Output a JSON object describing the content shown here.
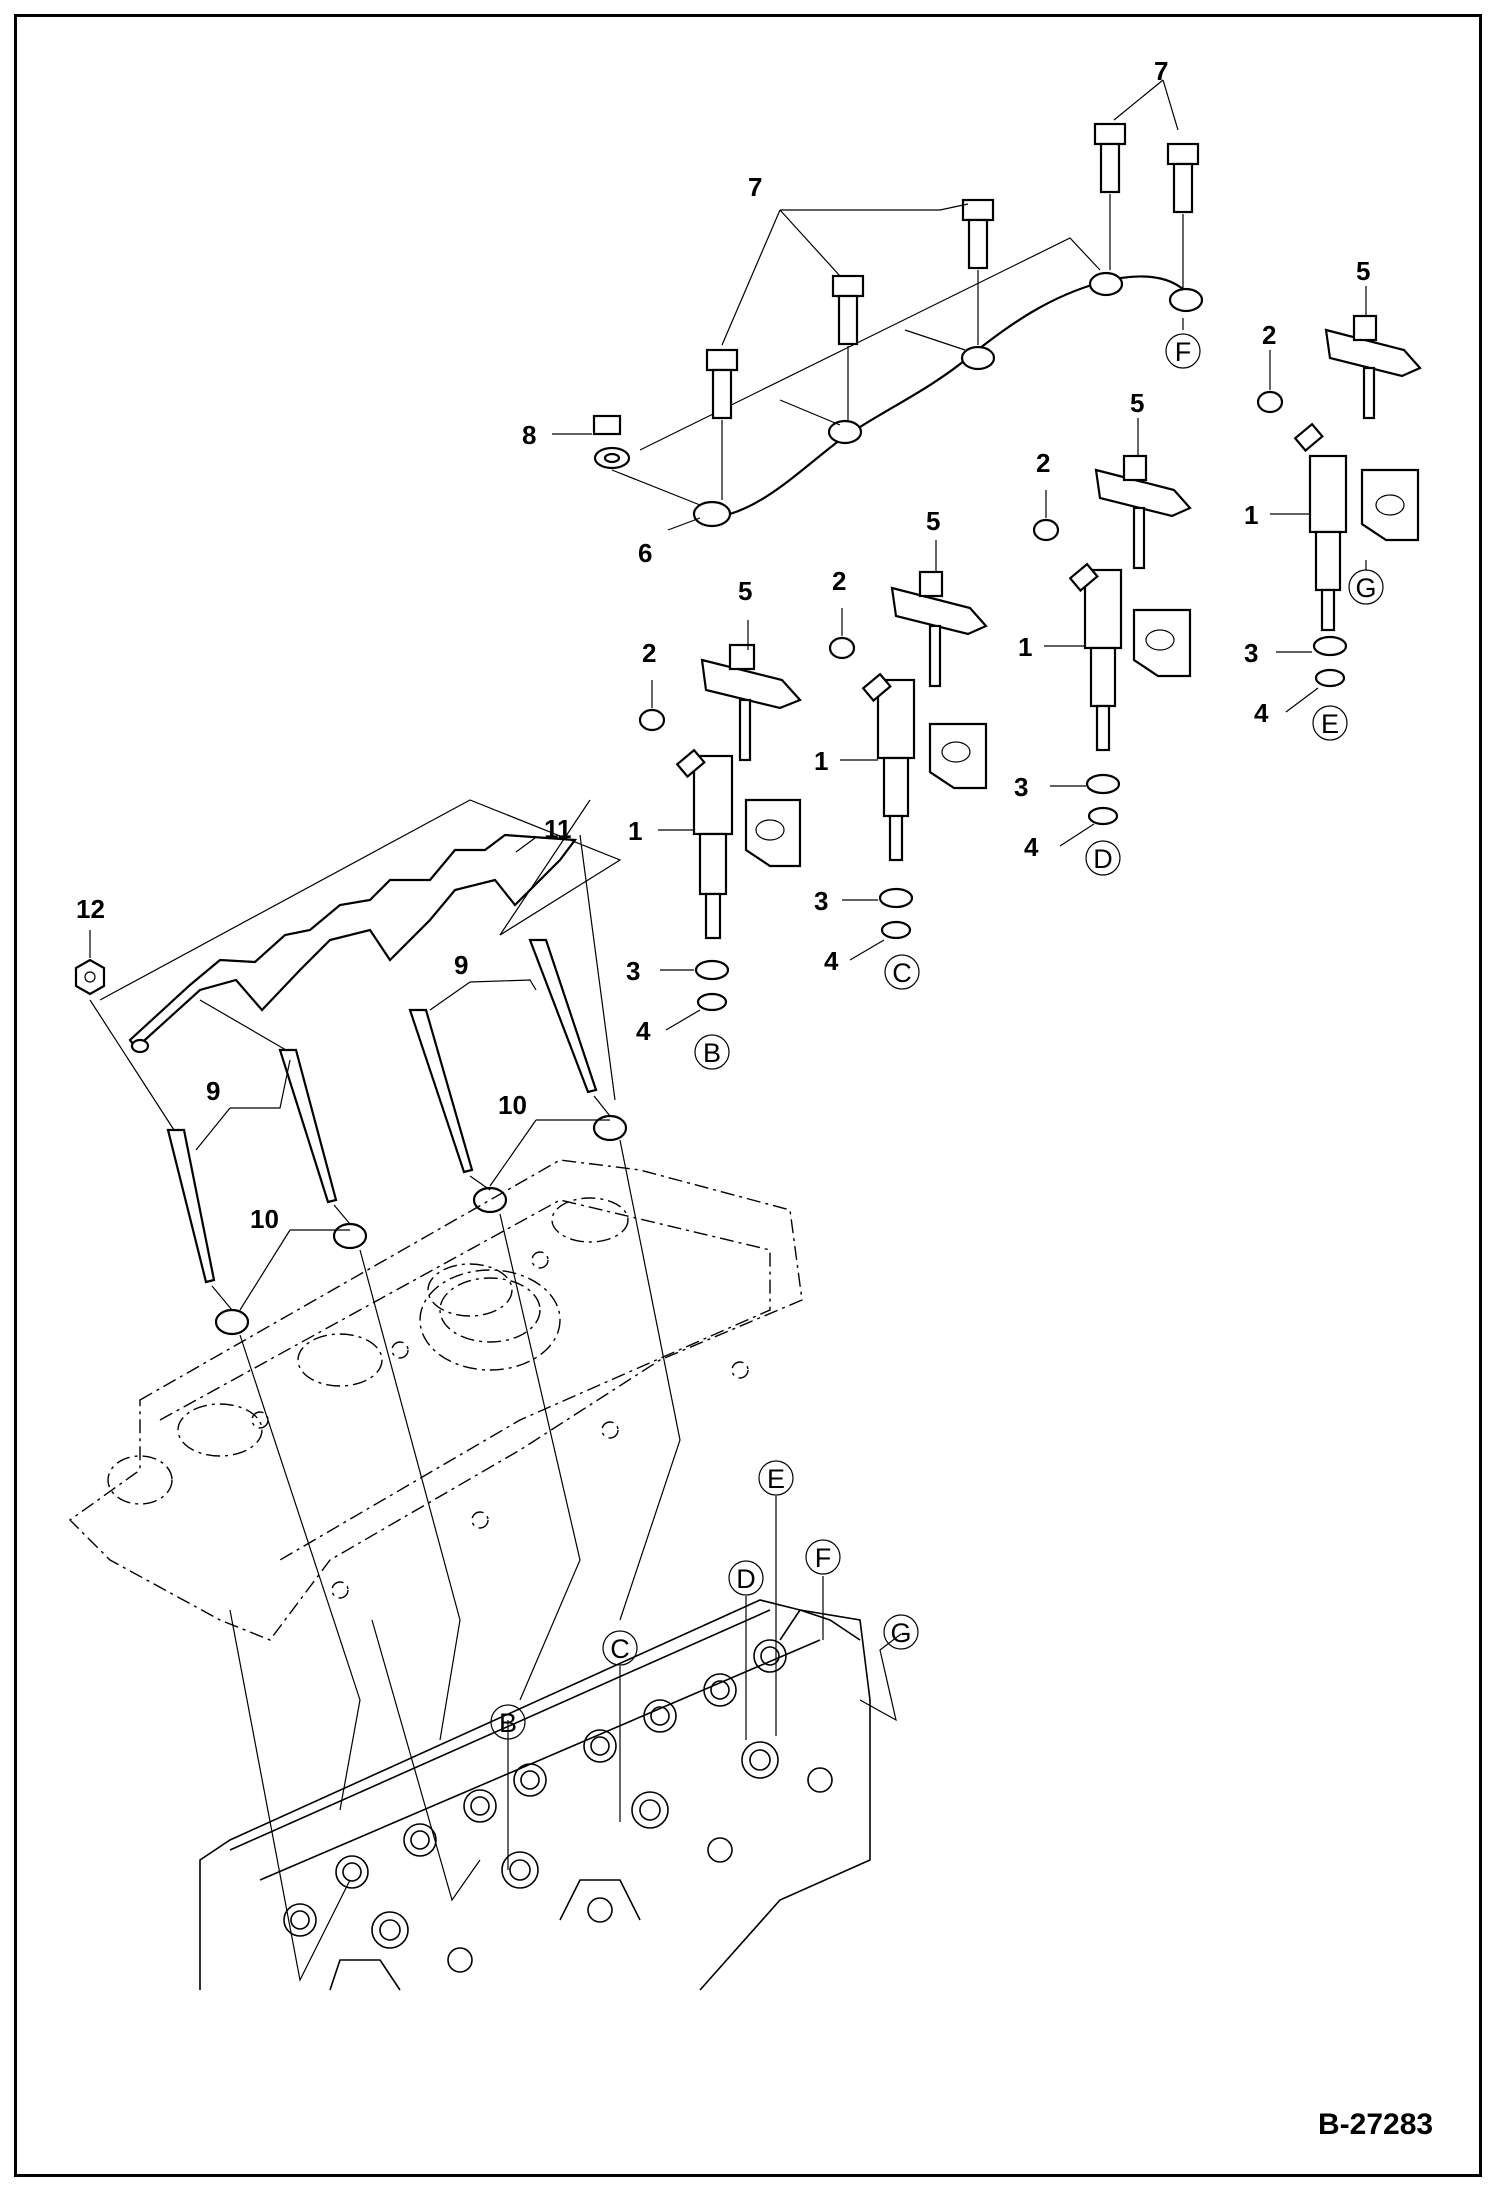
{
  "callouts": {
    "c1": "1",
    "c2": "2",
    "c3": "3",
    "c4": "4",
    "c5": "5",
    "c6": "6",
    "c7": "7",
    "c8": "8",
    "c9": "9",
    "c10": "10",
    "c11": "11",
    "c12": "12"
  },
  "letters": {
    "b": "B",
    "c": "C",
    "d": "D",
    "e": "E",
    "f": "F",
    "g": "G"
  },
  "drawing_number": "B-27283"
}
